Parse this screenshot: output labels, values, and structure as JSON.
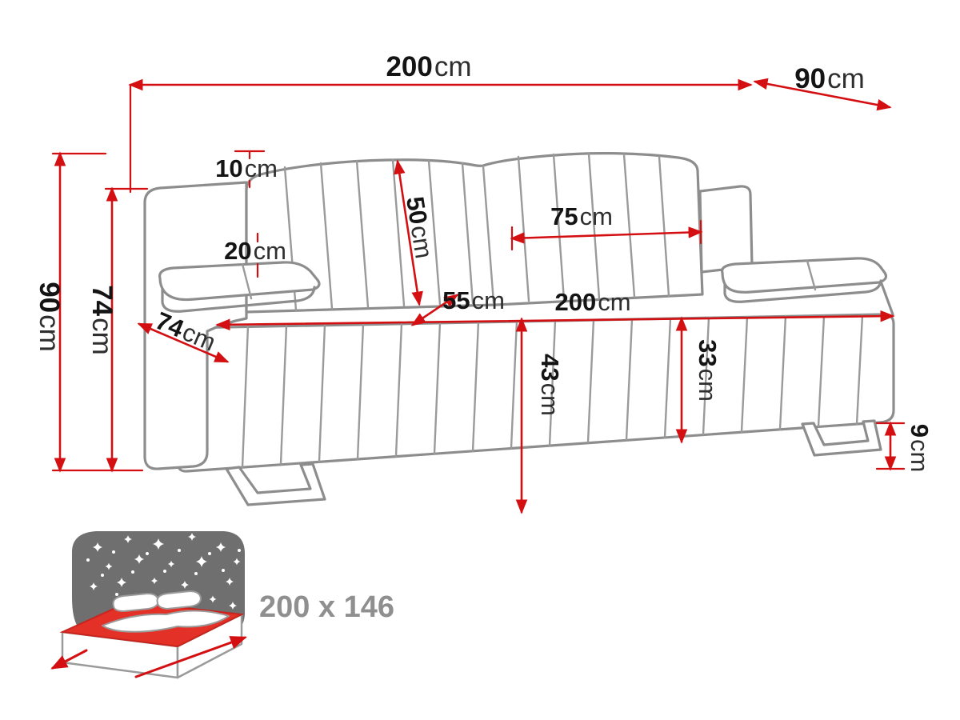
{
  "page": {
    "background": "#ffffff",
    "description": "Sofa-bed technical dimension diagram"
  },
  "colors": {
    "dimension_red": "#d40f12",
    "outline_gray": "#8d8d8d",
    "label_black": "#141414",
    "icon_night_gray": "#6f6f6f",
    "sleeping_label_gray": "#8f8f8f",
    "mattress_red": "#e43128"
  },
  "dimensions": {
    "top_width": {
      "value": "200",
      "unit": "cm"
    },
    "top_depth": {
      "value": "90",
      "unit": "cm"
    },
    "overall_height": {
      "value": "90",
      "unit": "cm"
    },
    "arm_height": {
      "value": "74",
      "unit": "cm"
    },
    "back_gap": {
      "value": "10",
      "unit": "cm"
    },
    "arm_cushion_thickness": {
      "value": "20",
      "unit": "cm"
    },
    "backrest_cushion_height": {
      "value": "50",
      "unit": "cm"
    },
    "back_cushion_width": {
      "value": "75",
      "unit": "cm"
    },
    "seat_depth": {
      "value": "55",
      "unit": "cm"
    },
    "seat_width": {
      "value": "200",
      "unit": "cm"
    },
    "front_depth": {
      "value": "74",
      "unit": "cm"
    },
    "base_height": {
      "value": "43",
      "unit": "cm"
    },
    "base_height_right": {
      "value": "33",
      "unit": "cm"
    },
    "leg_height": {
      "value": "9",
      "unit": "cm"
    }
  },
  "sleeping_area": {
    "label": "200 x 146",
    "icon": "bed-night-sleeping-area-icon"
  }
}
